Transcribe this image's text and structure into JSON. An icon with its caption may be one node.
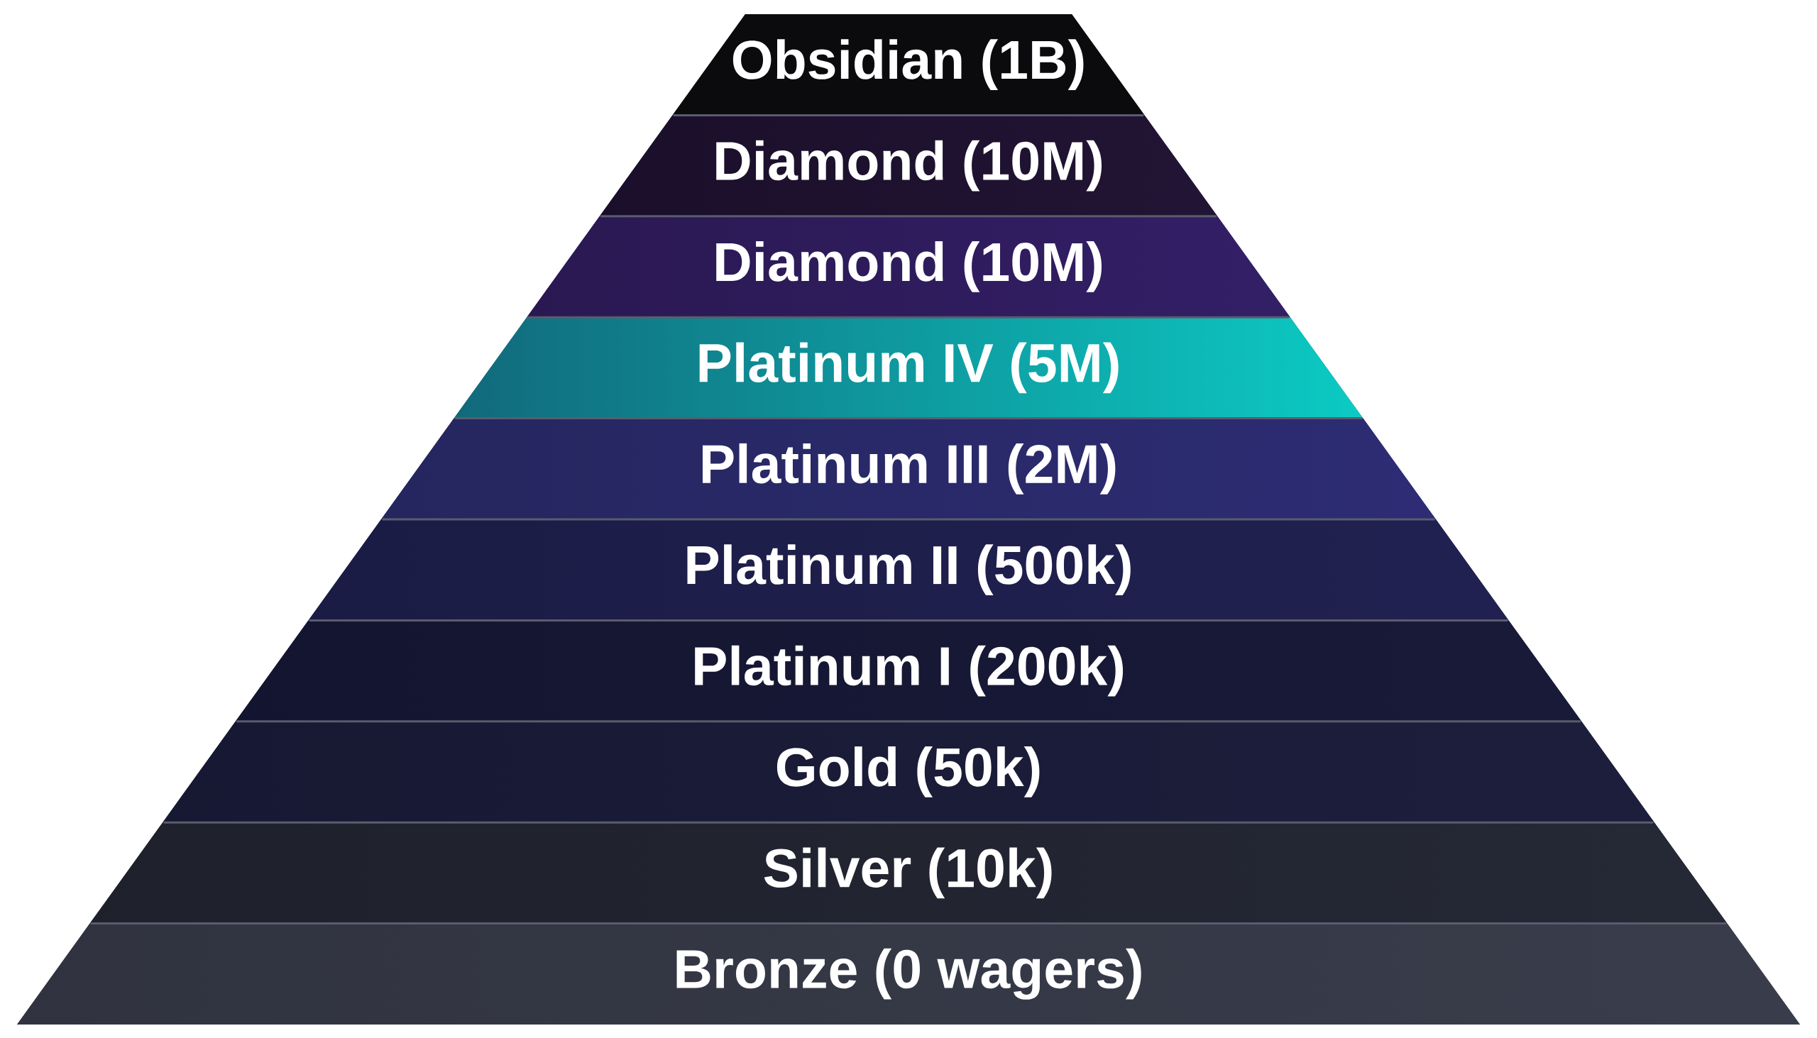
{
  "diagram": {
    "nodes": [
      {
        "text": [
          "Obsidian (1B)"
        ]
      },
      {
        "text": [
          "Diamond (10M)"
        ]
      },
      {
        "text": [
          "Diamond (10M)"
        ]
      },
      {
        "text": [
          "Platinum IV (5M)"
        ]
      },
      {
        "text": [
          "Platinum III (2M)"
        ]
      },
      {
        "text": [
          "Platinum II (500k)"
        ]
      },
      {
        "text": [
          "Platinum I (200k)"
        ]
      },
      {
        "text": [
          "Gold (50k)"
        ]
      },
      {
        "text": [
          "Silver (10k)"
        ]
      },
      {
        "text": [
          "Bronze (0 wagers)"
        ]
      }
    ]
  }
}
